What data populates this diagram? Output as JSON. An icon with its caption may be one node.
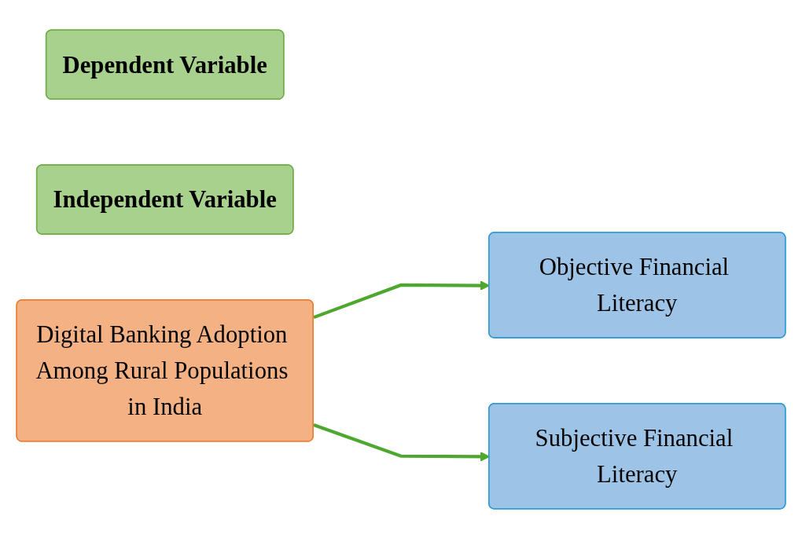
{
  "diagram": {
    "nodes": [
      {
        "text": [
          "Dependent Variable"
        ]
      },
      {
        "text": [
          "Independent Variable"
        ]
      },
      {
        "text": [
          "Digital Banking Adoption Among Rural Populations in India"
        ]
      },
      {
        "text": [
          "Objective Financial Literacy"
        ]
      },
      {
        "text": [
          "Subjective Financial Literacy"
        ]
      }
    ],
    "edges": [
      {
        "from": 2,
        "to": 3,
        "arrow": "to"
      },
      {
        "from": 2,
        "to": 4,
        "arrow": "to"
      }
    ]
  }
}
